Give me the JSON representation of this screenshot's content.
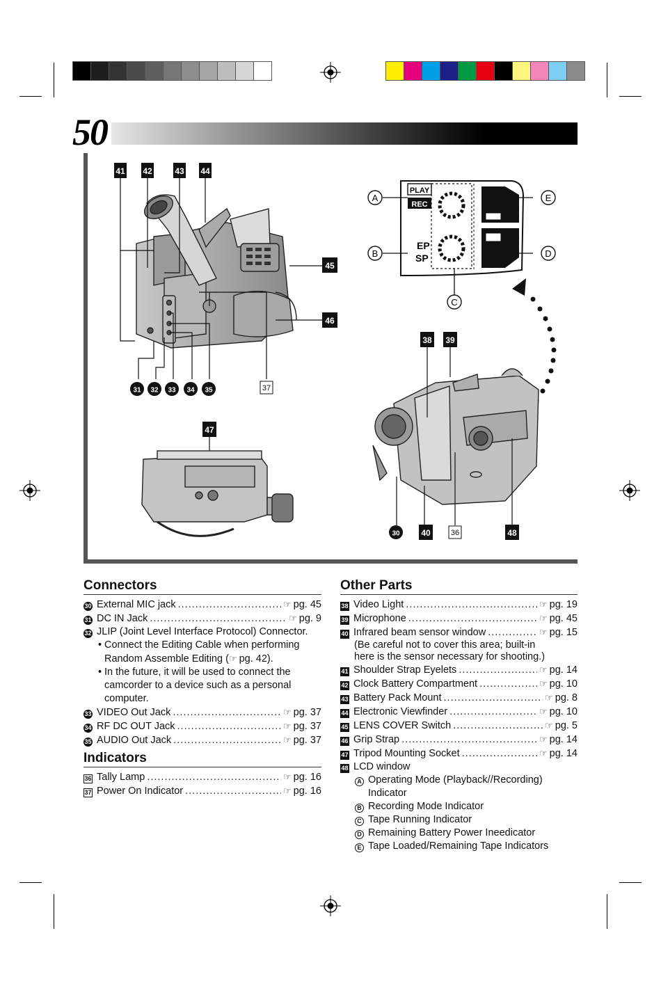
{
  "page": {
    "number": "50"
  },
  "colors": {
    "gray_bar": [
      "#000000",
      "#1d1d1d",
      "#333333",
      "#4a4a4a",
      "#5f5f5f",
      "#777777",
      "#8e8e8e",
      "#a6a6a6",
      "#bdbdbd",
      "#d6d6d6",
      "#ffffff"
    ],
    "color_bar": [
      "#ffee00",
      "#e4007c",
      "#00a0e9",
      "#1d2088",
      "#009944",
      "#e60012",
      "#000000",
      "#fff67f",
      "#f386b8",
      "#7ecef4",
      "#8c8c8c"
    ]
  },
  "figure": {
    "callouts_top": [
      "41",
      "42",
      "43",
      "44"
    ],
    "callouts_bottom": [
      "31",
      "32",
      "33",
      "34",
      "35"
    ],
    "callout_45": "45",
    "callout_46": "46",
    "callout_47": "47",
    "callout_37": "37",
    "callout_38": "38",
    "callout_39": "39",
    "callout_30": "30",
    "callout_40": "40",
    "callout_36": "36",
    "callout_48": "48",
    "lcd": {
      "play": "PLAY",
      "rec": "REC",
      "ep": "EP",
      "sp": "SP",
      "letters": {
        "a": "A",
        "b": "B",
        "c": "C",
        "d": "D",
        "e": "E"
      }
    }
  },
  "connectors": {
    "title": "Connectors",
    "items": [
      {
        "num": "30",
        "label": "External MIC jack",
        "ref": "pg. 45"
      },
      {
        "num": "31",
        "label": "DC IN Jack",
        "ref": "pg. 9"
      },
      {
        "num": "32",
        "label": "JLIP (Joint Level Interface Protocol) Connector."
      }
    ],
    "bullets": [
      {
        "line1": "Connect the Editing Cable when performing",
        "line2": "Random Assemble Editing (",
        "line2_ref": "pg. 42)."
      },
      {
        "line1": "In the future, it will be used to connect the",
        "line2": "camcorder to a device such as a personal",
        "line3": "computer."
      }
    ],
    "items_after": [
      {
        "num": "33",
        "label": "VIDEO Out Jack",
        "ref": "pg. 37"
      },
      {
        "num": "34",
        "label": "RF DC OUT Jack",
        "ref": "pg. 37"
      },
      {
        "num": "35",
        "label": "AUDIO Out Jack",
        "ref": "pg. 37"
      }
    ]
  },
  "indicators": {
    "title": "Indicators",
    "items": [
      {
        "num": "36",
        "label": "Tally Lamp",
        "ref": "pg. 16"
      },
      {
        "num": "37",
        "label": "Power On Indicator",
        "ref": "pg. 16"
      }
    ]
  },
  "other_parts": {
    "title": "Other Parts",
    "items": [
      {
        "num": "38",
        "label": "Video Light",
        "ref": "pg. 19"
      },
      {
        "num": "39",
        "label": "Microphone",
        "ref": "pg. 45"
      },
      {
        "num": "40",
        "label": "Infrared beam sensor window",
        "ref": "pg. 15"
      }
    ],
    "note_line1": "(Be careful not to cover this area; built-in",
    "note_line2": "here is the sensor necessary for shooting.)",
    "items_after": [
      {
        "num": "41",
        "label": "Shoulder Strap Eyelets",
        "ref": "pg. 14"
      },
      {
        "num": "42",
        "label": "Clock Battery Compartment",
        "ref": "pg. 10"
      },
      {
        "num": "43",
        "label": "Battery Pack Mount",
        "ref": "pg. 8"
      },
      {
        "num": "44",
        "label": "Electronic Viewfinder",
        "ref": "pg. 10"
      },
      {
        "num": "45",
        "label": "LENS COVER Switch",
        "ref": "pg. 5"
      },
      {
        "num": "46",
        "label": "Grip Strap",
        "ref": "pg. 14"
      },
      {
        "num": "47",
        "label": "Tripod Mounting Socket",
        "ref": "pg. 14"
      },
      {
        "num": "48",
        "label": "LCD window"
      }
    ],
    "lcd_items": [
      {
        "letter": "A",
        "label": "Operating Mode (Playback//Recording)",
        "label2": "Indicator"
      },
      {
        "letter": "B",
        "label": "Recording Mode Indicator"
      },
      {
        "letter": "C",
        "label": "Tape Running Indicator"
      },
      {
        "letter": "D",
        "label": "Remaining Battery Power Ineedicator"
      },
      {
        "letter": "E",
        "label": "Tape Loaded/Remaining Tape Indicators"
      }
    ]
  },
  "ref_symbol": "☞"
}
